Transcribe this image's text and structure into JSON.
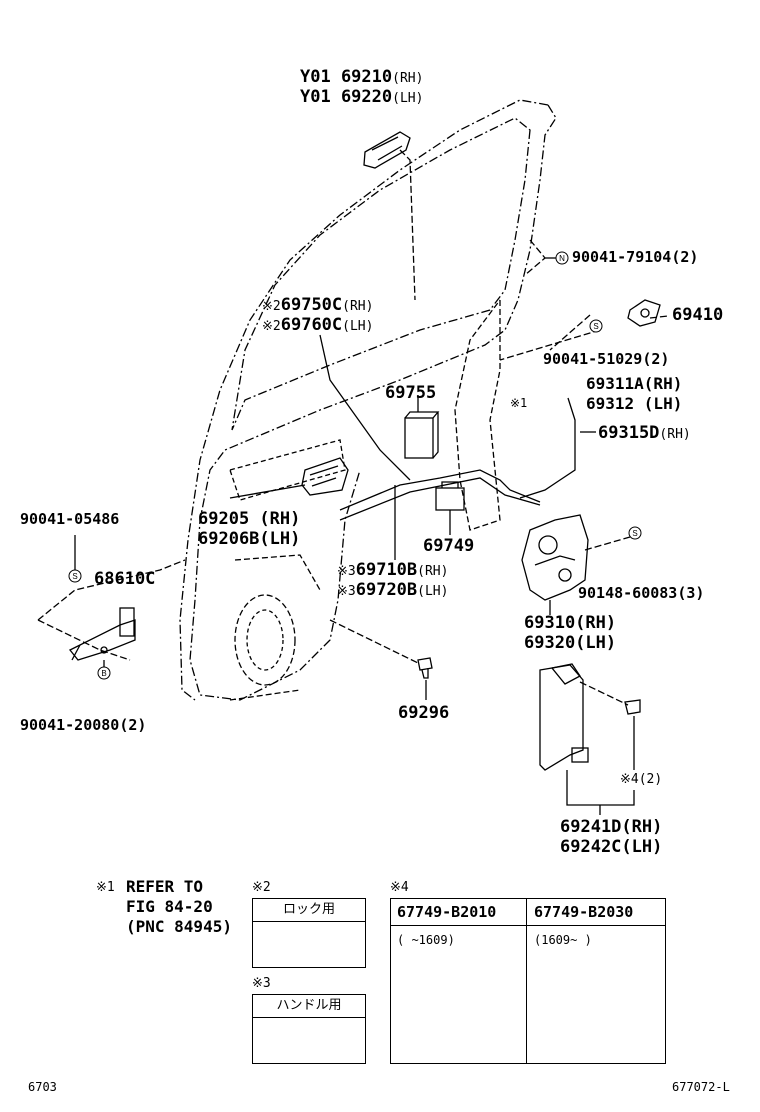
{
  "labels": {
    "p69210": "Y01 69210",
    "p69210_side": "(RH)",
    "p69220": "Y01 69220",
    "p69220_side": "(LH)",
    "p90041_79104": "90041-79104(2)",
    "p69410": "69410",
    "p90041_51029": "90041-51029(2)",
    "p69750_mark": "※2",
    "p69750": "69750C",
    "p69750_side": "(RH)",
    "p69760_mark": "※2",
    "p69760": "69760C",
    "p69760_side": "(LH)",
    "p69755": "69755",
    "p69311": "69311A(RH)",
    "p69312": "69312  (LH)",
    "ref1_mark": "※1",
    "p69315": "69315D",
    "p69315_side": "(RH)",
    "p90041_05486": "90041-05486",
    "p69205": "69205 (RH)",
    "p69206": "69206B(LH)",
    "p68610": "68610C",
    "p69749": "69749",
    "p69710_mark": "※3",
    "p69710": "69710B",
    "p69710_side": "(RH)",
    "p69720_mark": "※3",
    "p69720": "69720B",
    "p69720_side": "(LH)",
    "p90148": "90148-60083(3)",
    "p69310": "69310(RH)",
    "p69320": "69320(LH)",
    "p90041_20080": "90041-20080(2)",
    "p69296": "69296",
    "ref4_mark": "※4(2)",
    "p69241": "69241D(RH)",
    "p69242": "69242C(LH)"
  },
  "fastener_marks": {
    "n": "N",
    "s": "S",
    "b": "B"
  },
  "notes": {
    "note1_mark": "※1",
    "note1_line1": "REFER TO",
    "note1_line2": "FIG 84-20",
    "note1_line3": "(PNC 84945)",
    "note2_mark": "※2",
    "note2_head": "ロック用",
    "note3_mark": "※3",
    "note3_head": "ハンドル用",
    "note4_mark": "※4",
    "note4_col1": "67749-B2010",
    "note4_col2": "67749-B2030",
    "note4_range1": "(    ~1609)",
    "note4_range2": "(1609~     )"
  },
  "footer": {
    "left": "6703",
    "right": "677072-L"
  }
}
